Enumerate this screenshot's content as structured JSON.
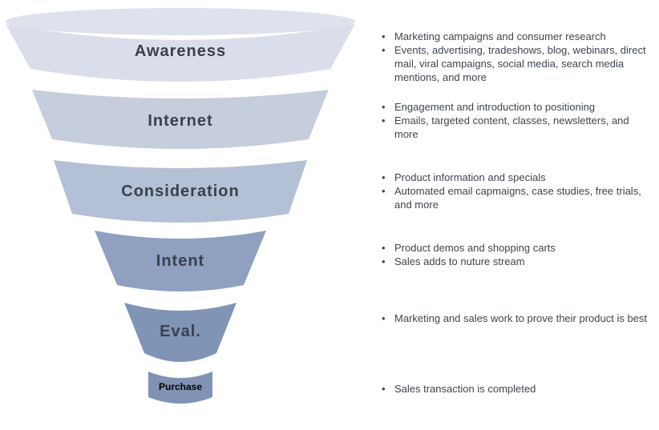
{
  "funnel": {
    "bullet_glyph": "•",
    "rim_color": "#dde2ec",
    "stages": [
      {
        "label": "Awareness",
        "color": "#d9deea",
        "bullets": [
          "Marketing campaigns and consumer research",
          "Events, advertising, tradeshows, blog, webinars, direct mail, viral campaigns, social media, search media mentions, and more"
        ]
      },
      {
        "label": "Internet",
        "color": "#c6cedd",
        "bullets": [
          "Engagement and introduction to positioning",
          "Emails, targeted content, classes, newsletters, and more"
        ]
      },
      {
        "label": "Consideration",
        "color": "#b3c0d5",
        "bullets": [
          "Product information and specials",
          "Automated email capmaigns, case studies, free trials, and more"
        ]
      },
      {
        "label": "Intent",
        "color": "#8fa0c0",
        "bullets": [
          "Product demos and shopping carts",
          "Sales adds to nuture stream"
        ]
      },
      {
        "label": "Eval.",
        "color": "#8094b6",
        "bullets": [
          "Marketing and sales work to prove their product is best"
        ]
      },
      {
        "label": "Purchase",
        "color": "#8093b5",
        "bullets": [
          "Sales transaction is completed"
        ]
      }
    ]
  },
  "colors": {
    "background": "#ffffff",
    "stage_label": "#3b404c",
    "purchase_label": "#000000",
    "note_text": "#3e4450"
  }
}
